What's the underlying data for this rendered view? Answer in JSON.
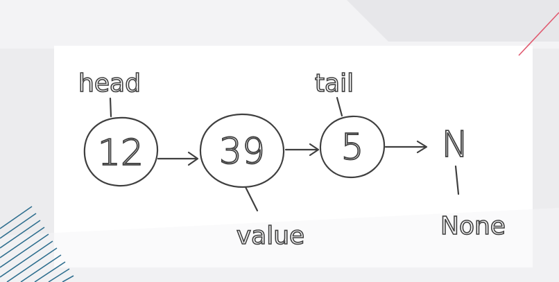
{
  "nodes": [
    {
      "value": "12"
    },
    {
      "value": "39"
    },
    {
      "value": "5"
    }
  ],
  "terminal": "N",
  "labels": {
    "head": "head",
    "tail": "tail",
    "value": "value",
    "none": "None"
  },
  "colors": {
    "background": "#ececee",
    "whiteboard": "#ffffff",
    "ink": "#3f3f3f",
    "accent_stripes": "#2e6e8e",
    "accent_line": "#e05a70"
  }
}
